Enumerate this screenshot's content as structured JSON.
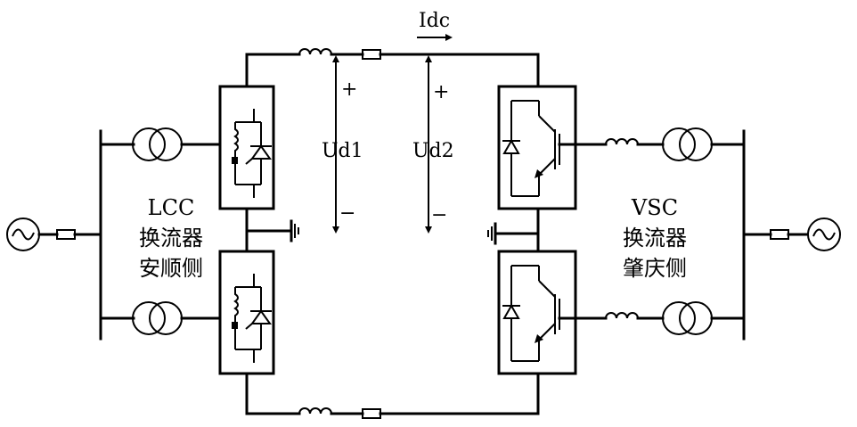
{
  "labels": {
    "current": "Idc",
    "ud1": "Ud1",
    "ud2": "Ud2",
    "plus": "+",
    "minus": "−"
  },
  "lcc": {
    "line1": "LCC",
    "line2": "换流器",
    "line3": "安顺侧"
  },
  "vsc": {
    "line1": "VSC",
    "line2": "换流器",
    "line3": "肇庆侧"
  }
}
